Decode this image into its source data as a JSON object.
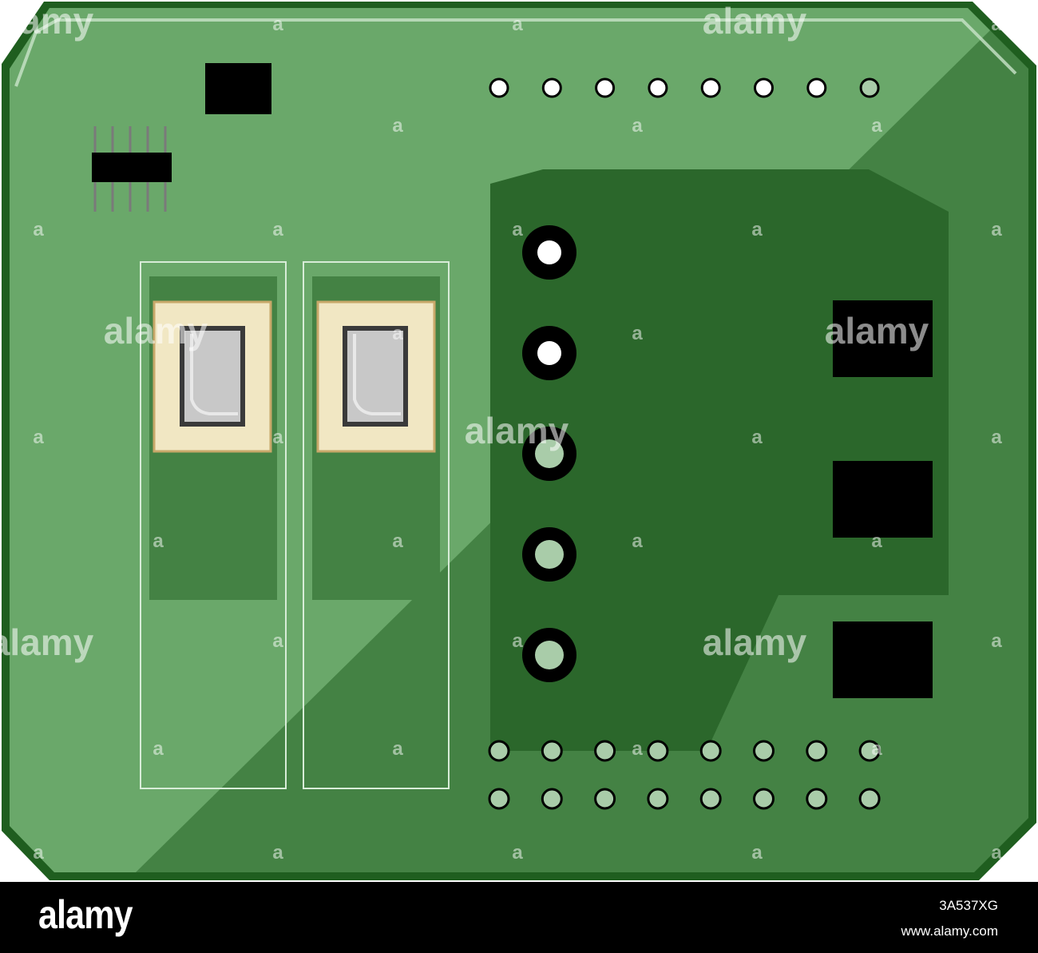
{
  "image": {
    "subject": "printed-circuit-board",
    "colors": {
      "board_outer": "#2b6a2b",
      "board_inner": "#448244",
      "board_highlight": "#6aa86a",
      "trace_zone": "#2b672b",
      "switch_body": "#f1e7c3",
      "switch_frame": "#c8a86a",
      "switch_lever": "#c8c8c8",
      "chip": "#000000",
      "pad_fill": "#a9cca9",
      "hole": "#ffffff"
    }
  },
  "components": {
    "top_pins": 8,
    "large_vias": 5,
    "black_squares": 3,
    "switches": 2,
    "bottom_pin_rows": 2,
    "pins_per_bottom_row": 8
  },
  "watermarks": {
    "word": "alamy",
    "glyph": "a"
  },
  "footer": {
    "logo": "alamy",
    "image_id": "3A537XG",
    "url": "www.alamy.com"
  }
}
